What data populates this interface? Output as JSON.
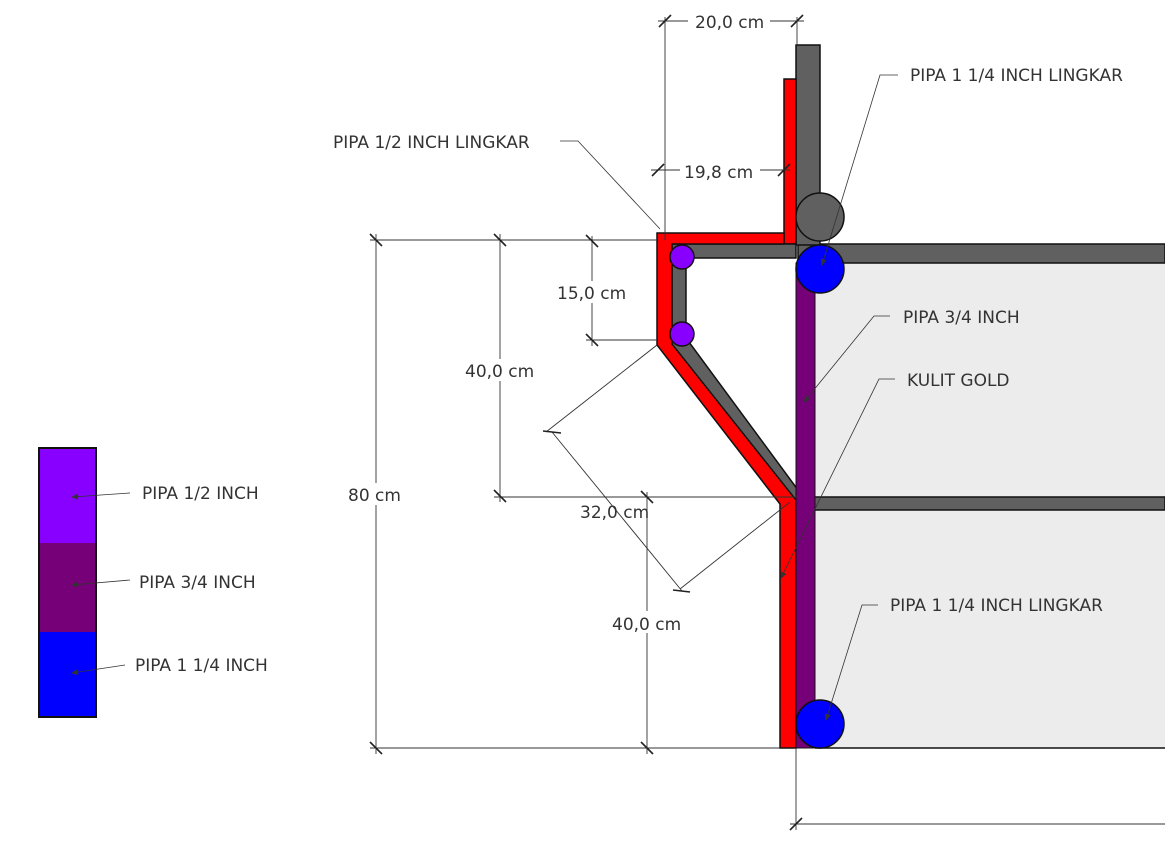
{
  "legend": {
    "items": [
      {
        "label": "PIPA 1/2 INCH",
        "color": "#8800ff"
      },
      {
        "label": "PIPA 3/4 INCH",
        "color": "#760077"
      },
      {
        "label": "PIPA 1 1/4 INCH",
        "color": "#0000ff"
      }
    ]
  },
  "dimensions": {
    "top_width": "20,0 cm",
    "inner_width": "19,8 cm",
    "top_height": "15,0 cm",
    "upper_height": "40,0 cm",
    "total_height": "80 cm",
    "diagonal": "32,0 cm",
    "lower_height": "40,0 cm"
  },
  "callouts": {
    "pipe_half_ring": "PIPA 1/2 INCH LINGKAR",
    "pipe_114_ring_top": "PIPA 1 1/4 INCH LINGKAR",
    "pipe_34": "PIPA 3/4 INCH",
    "gold_skin": "KULIT GOLD",
    "pipe_114_ring_bottom": "PIPA 1 1/4 INCH LINGKAR"
  },
  "colors": {
    "red_frame": "#ff0000",
    "grey_frame": "#606060",
    "panel": "#ececec",
    "purple_pipe": "#760077",
    "half_inch_pipe": "#8800ff",
    "ring_pipe": "#0000ff"
  }
}
